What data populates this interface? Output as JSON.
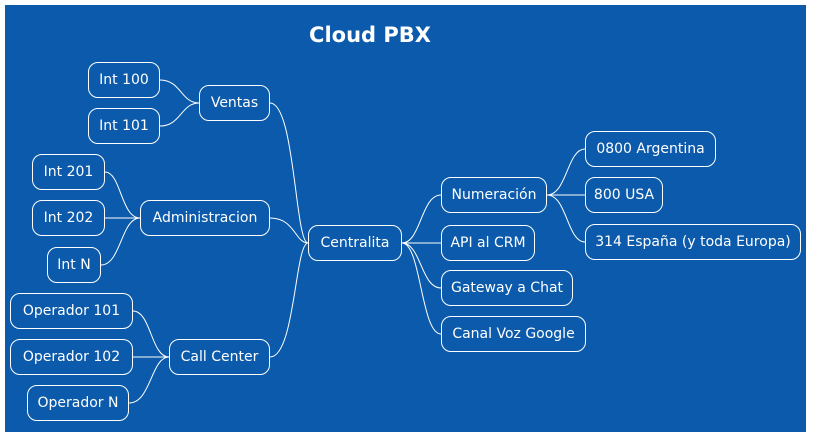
{
  "title": "Cloud PBX",
  "root": "Centralita",
  "left": [
    {
      "label": "Ventas",
      "children": [
        "Int 100",
        "Int 101"
      ]
    },
    {
      "label": "Administracion",
      "children": [
        "Int 201",
        "Int 202",
        "Int N"
      ]
    },
    {
      "label": "Call Center",
      "children": [
        "Operador 101",
        "Operador 102",
        "Operador N"
      ]
    }
  ],
  "right": [
    {
      "label": "Numeración",
      "children": [
        "0800 Argentina",
        "800 USA",
        "314 España (y toda Europa)"
      ]
    },
    {
      "label": "API al CRM",
      "children": []
    },
    {
      "label": "Gateway a Chat",
      "children": []
    },
    {
      "label": "Canal Voz Google",
      "children": []
    }
  ],
  "colors": {
    "background": "#0b5aab",
    "line": "#ffffff"
  }
}
